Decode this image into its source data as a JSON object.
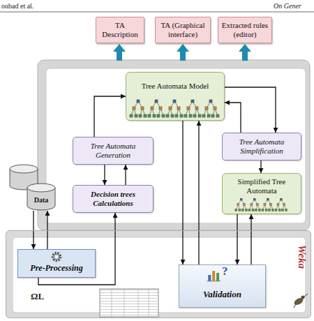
{
  "diagram": {
    "nodes": [
      {
        "text": [
          "TA Description"
        ]
      },
      {
        "text": [
          "TA (Graphical interface)"
        ]
      },
      {
        "text": [
          "Extracted rules (editor)"
        ]
      },
      {
        "text": [
          "Tree Automata Model"
        ]
      },
      {
        "text": [
          "Tree Automata Generation"
        ]
      },
      {
        "text": [
          "Tree Automata Simplification"
        ]
      },
      {
        "text": [
          "Decision trees Calculations"
        ]
      },
      {
        "text": [
          "Simplified Tree Automata"
        ]
      },
      {
        "text": [
          "Data"
        ]
      },
      {
        "text": [
          "Weka"
        ]
      },
      {
        "text": [
          "Pre-Processing"
        ],
        "in": 9
      },
      {
        "text": [
          "Validation"
        ],
        "in": 9
      }
    ],
    "edges": [
      {
        "from": 8,
        "to": 10,
        "arrow": "to"
      },
      {
        "from": 10,
        "to": 8,
        "arrow": "to"
      },
      {
        "from": 10,
        "to": 6,
        "arrow": "to"
      },
      {
        "from": 6,
        "to": 4,
        "arrow": "to"
      },
      {
        "from": 4,
        "to": 6,
        "arrow": "to"
      },
      {
        "from": 4,
        "to": 3,
        "arrow": "to"
      },
      {
        "from": 3,
        "to": 5,
        "arrow": "to"
      },
      {
        "from": 5,
        "to": 3,
        "arrow": "to"
      },
      {
        "from": 5,
        "to": 7,
        "arrow": "to"
      },
      {
        "from": 3,
        "to": 11,
        "arrow": "to"
      },
      {
        "from": 11,
        "to": 3,
        "arrow": "to"
      },
      {
        "from": 7,
        "to": 11,
        "arrow": "to"
      },
      {
        "from": 11,
        "to": 7,
        "arrow": "to"
      }
    ],
    "labels": [
      "oubad et al.",
      "On Gener",
      "ΩL",
      "?"
    ]
  }
}
